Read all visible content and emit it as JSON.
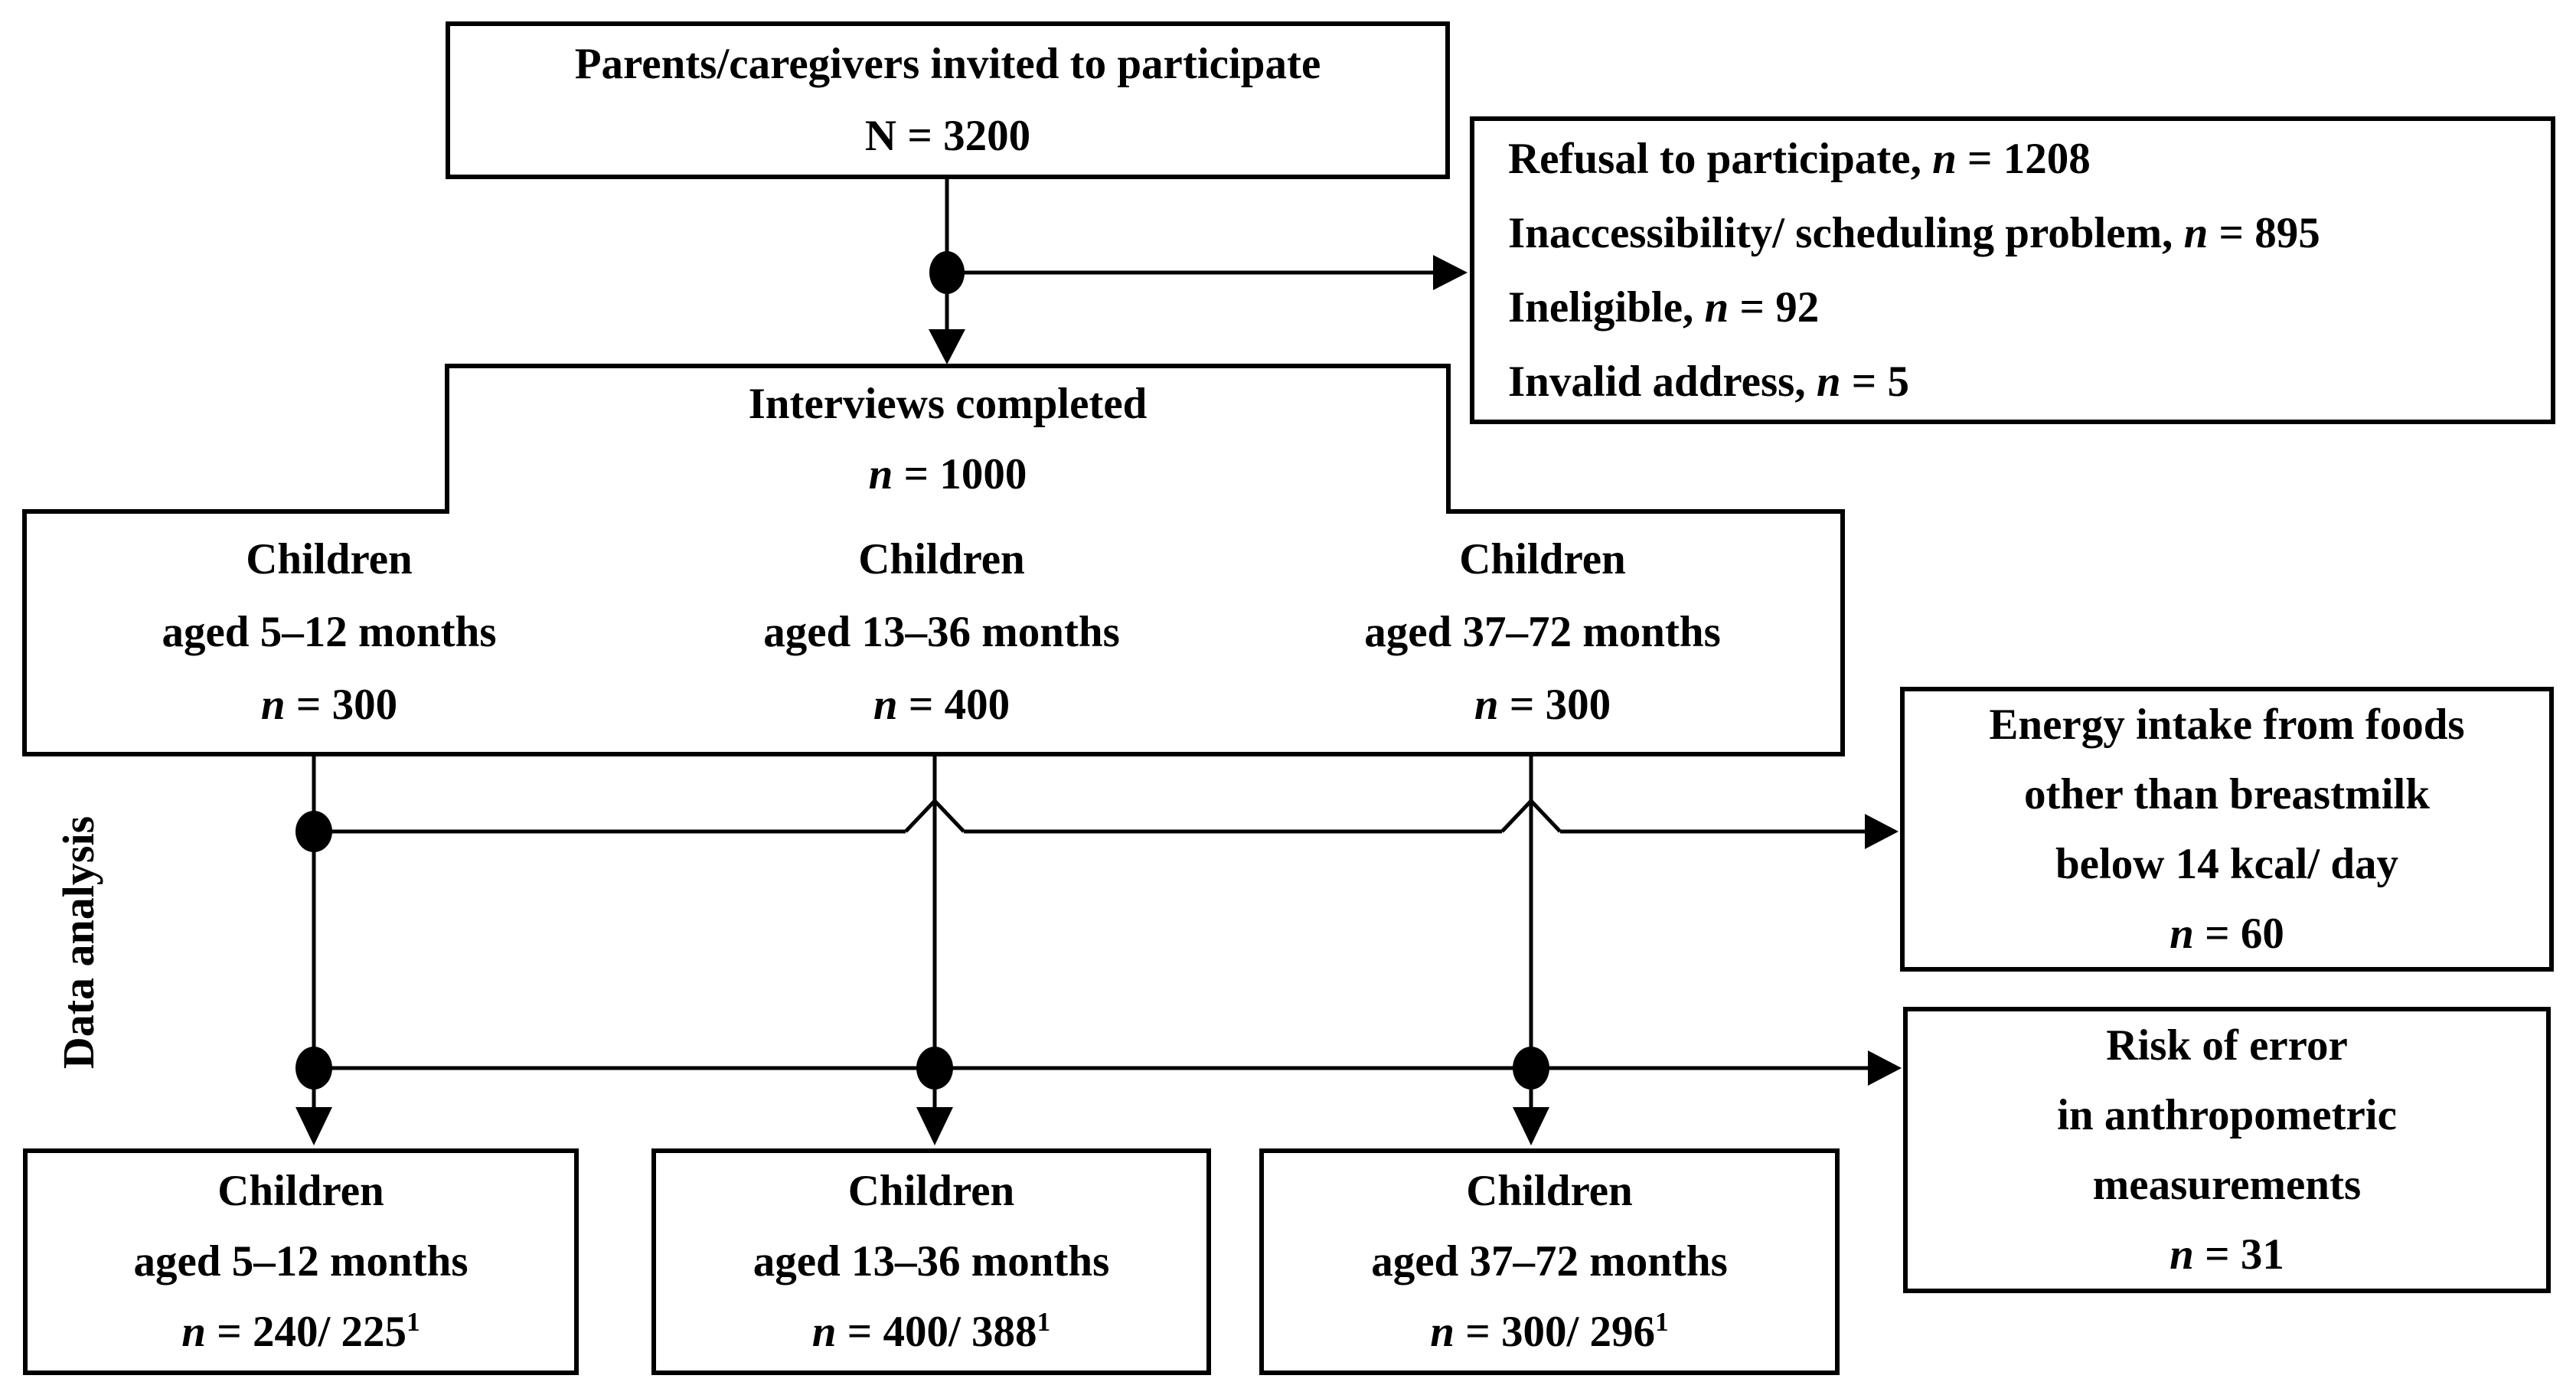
{
  "diagram": {
    "invited": {
      "line1": "Parents/caregivers invited to participate",
      "n_prefix": "N",
      "n_value": "= 3200"
    },
    "exclusions_top": {
      "items": [
        {
          "label": "Refusal to participate,",
          "n_prefix": "n",
          "n_value": "= 1208"
        },
        {
          "label": "Inaccessibility/ scheduling problem,",
          "n_prefix": "n",
          "n_value": "= 895"
        },
        {
          "label": "Ineligible,",
          "n_prefix": "n",
          "n_value": "= 92"
        },
        {
          "label": "Invalid address,",
          "n_prefix": "n",
          "n_value": "= 5"
        }
      ]
    },
    "interviews": {
      "line1": "Interviews completed",
      "n_prefix": "n",
      "n_value": "= 1000"
    },
    "groups": [
      {
        "line1": "Children",
        "line2": "aged 5–12 months",
        "n_prefix": "n",
        "n_value": "= 300"
      },
      {
        "line1": "Children",
        "line2": "aged 13–36 months",
        "n_prefix": "n",
        "n_value": "= 400"
      },
      {
        "line1": "Children",
        "line2": "aged 37–72 months",
        "n_prefix": "n",
        "n_value": "= 300"
      }
    ],
    "exclusion_energy": {
      "line1": "Energy intake from foods",
      "line2": "other than breastmilk",
      "line3": "below 14 kcal/ day",
      "n_prefix": "n",
      "n_value": "= 60"
    },
    "exclusion_risk": {
      "line1": "Risk of error",
      "line2": "in anthropometric",
      "line3": "measurements",
      "n_prefix": "n",
      "n_value": "= 31"
    },
    "final_groups": [
      {
        "line1": "Children",
        "line2": "aged 5–12 months",
        "n_prefix": "n",
        "n_value": "= 240/ 225",
        "sup": "1"
      },
      {
        "line1": "Children",
        "line2": "aged 13–36 months",
        "n_prefix": "n",
        "n_value": "= 400/ 388",
        "sup": "1"
      },
      {
        "line1": "Children",
        "line2": "aged 37–72 months",
        "n_prefix": "n",
        "n_value": "= 300/ 296",
        "sup": "1"
      }
    ],
    "side_label": "Data analysis",
    "colors": {
      "line": "#000000",
      "background": "#ffffff",
      "text": "#000000"
    }
  }
}
